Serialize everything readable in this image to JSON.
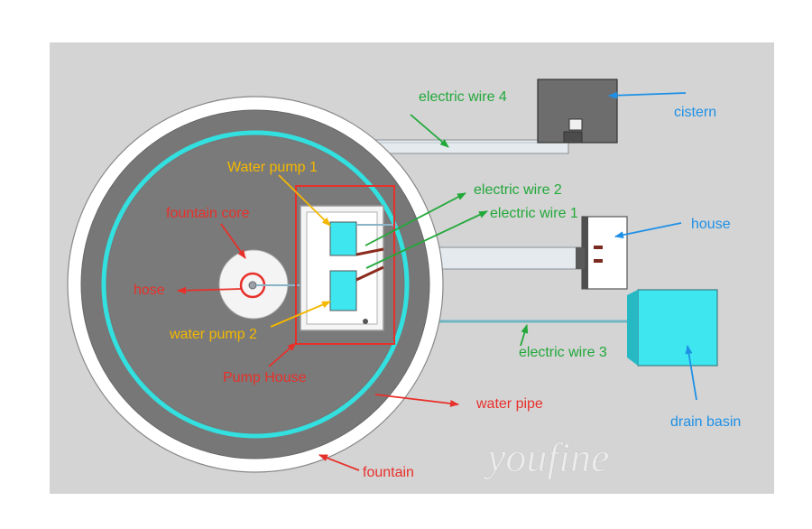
{
  "colors": {
    "panel": "#d4d4d4",
    "red": "#e8302a",
    "orange": "#f5b800",
    "green": "#22a83a",
    "blue": "#1e90e6",
    "cyan_ring": "#33e0e0",
    "cyan_box": "#3ee6f0"
  },
  "labels": {
    "fountain_core": "fountain core",
    "hose": "hose",
    "water_pump_1": "Water pump 1",
    "water_pump_2": "water pump 2",
    "pump_house": "Pump House",
    "water_pipe": "water pipe",
    "fountain": "fountain",
    "electric_wire_1": "electric wire 1",
    "electric_wire_2": "electric wire 2",
    "electric_wire_3": "electric wire 3",
    "electric_wire_4": "electric wire 4",
    "cistern": "cistern",
    "house": "house",
    "drain_basin": "drain basin"
  },
  "watermark": "youfine"
}
